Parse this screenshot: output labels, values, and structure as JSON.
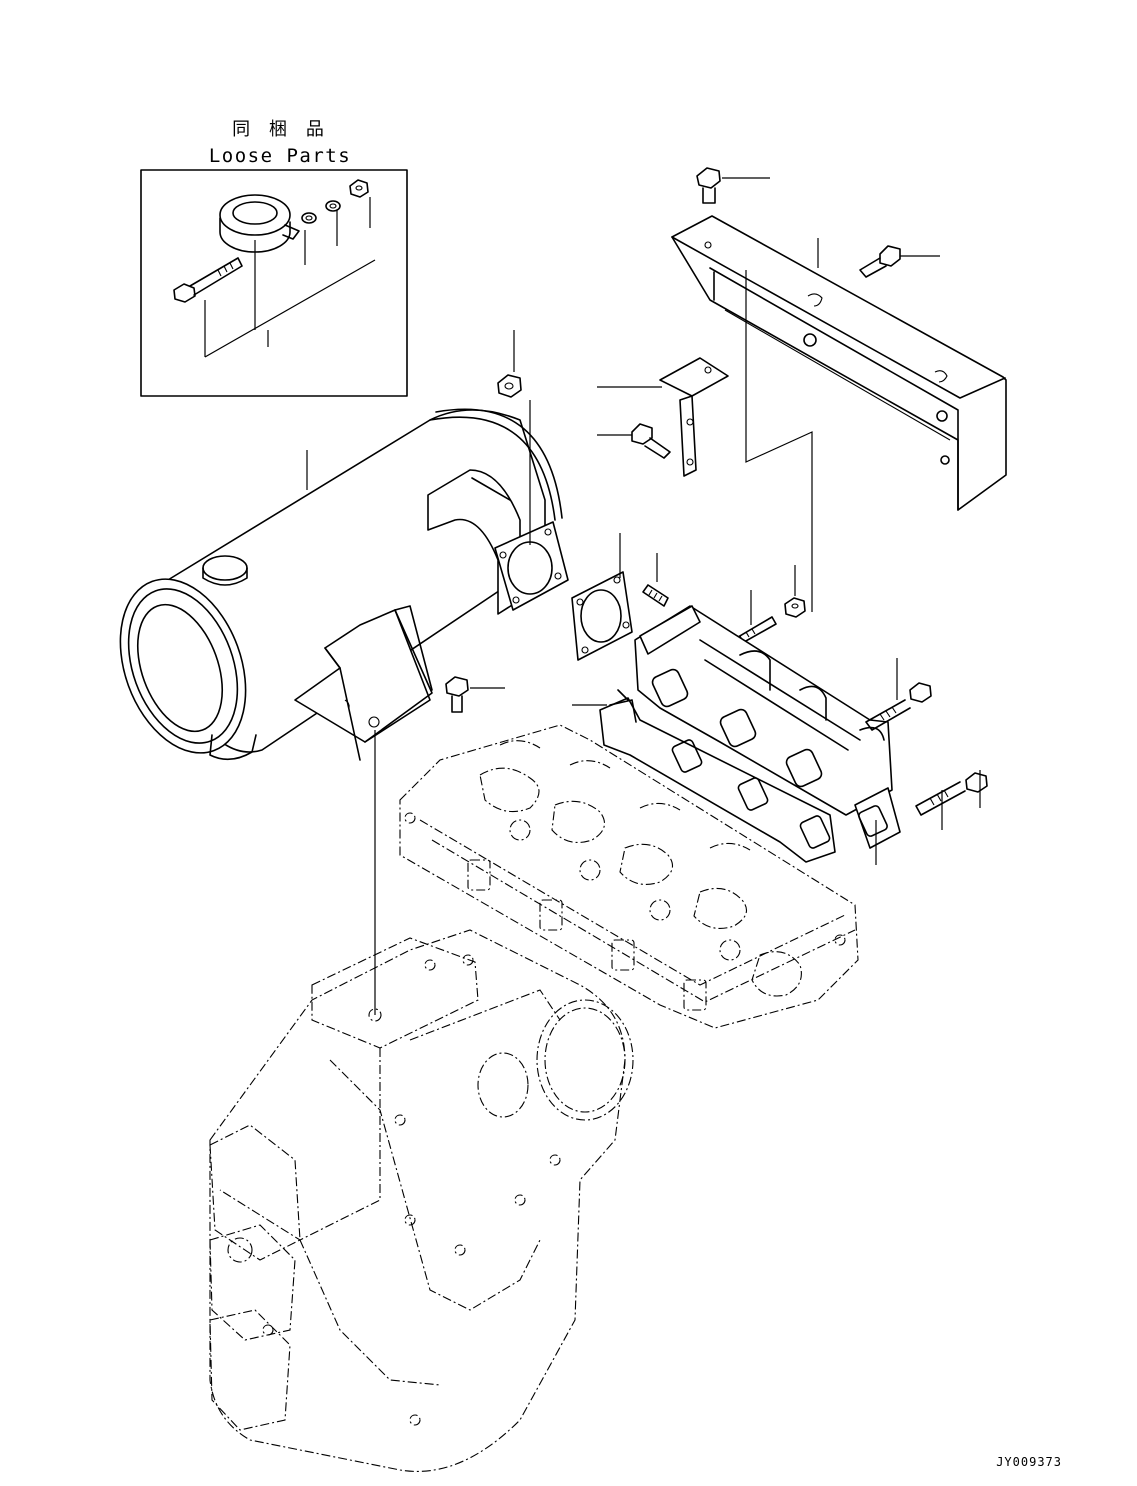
{
  "loose_parts": {
    "title_jp": "同 梱 品",
    "title_en": "Loose Parts"
  },
  "drawing_id": "JY009373",
  "parts": [
    "hex-bolt-loose",
    "pipe-clamp",
    "lock-washer",
    "spring-washer",
    "hex-nut-loose",
    "muffler",
    "muffler-nut",
    "muffler-gasket",
    "stud-bolt",
    "exhaust-manifold",
    "manifold-gasket",
    "heat-shield-cover",
    "support-bracket",
    "flange-bolt"
  ],
  "colors": {
    "line": "#000000",
    "background": "#ffffff"
  }
}
